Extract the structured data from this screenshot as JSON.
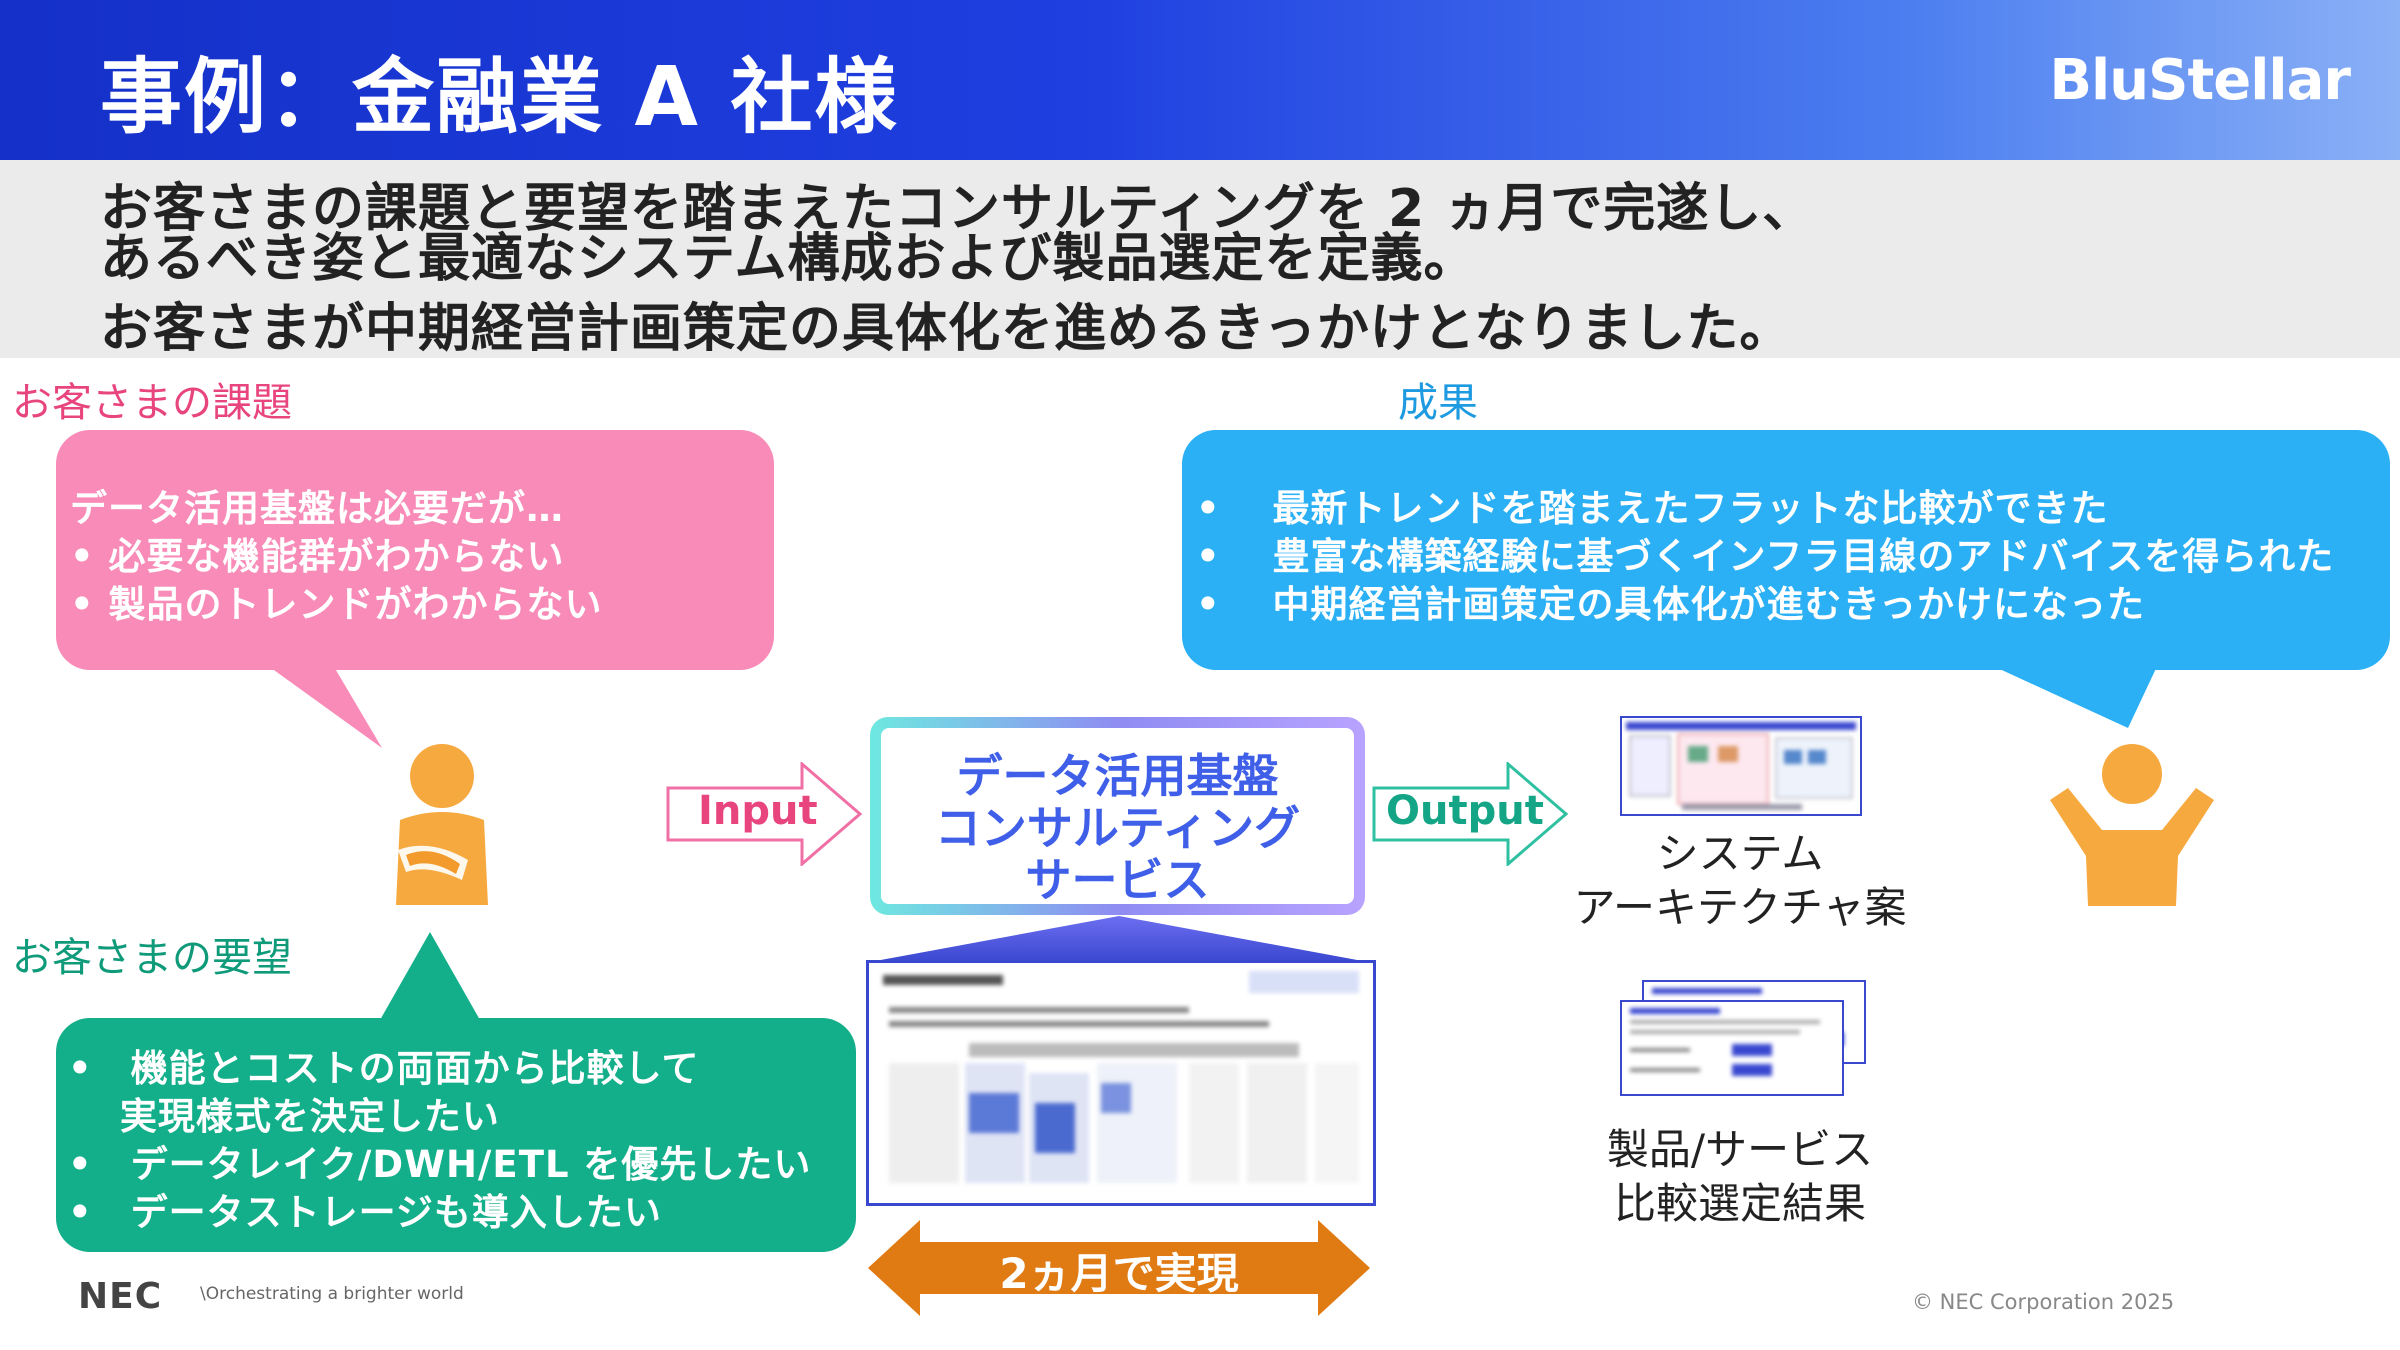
{
  "header": {
    "title": "事例：金融業 A 社様",
    "brand": "BluStellar"
  },
  "summary": {
    "line1": "お客さまの課題と要望を踏まえたコンサルティングを 2 ヵ月で完遂し、",
    "line2": "あるべき姿と最適なシステム構成および製品選定を定義。",
    "line3": "お客さまが中期経営計画策定の具体化を進めるきっかけとなりました。"
  },
  "issues": {
    "label": "お客さまの課題",
    "lines": [
      "データ活用基盤は必要だが…",
      "• 必要な機能群がわからない",
      "• 製品のトレンドがわからない"
    ]
  },
  "requests": {
    "label": "お客さまの要望",
    "lines": [
      "•　機能とコストの両面から比較して",
      "　 実現様式を決定したい",
      "•　データレイク/DWH/ETL を優先したい",
      "•　データストレージも導入したい"
    ]
  },
  "results": {
    "label": "成果",
    "lines": [
      "•　 最新トレンドを踏まえたフラットな比較ができた",
      "•　 豊富な構築経験に基づくインフラ目線のアドバイスを得られた",
      "•　 中期経営計画策定の具体化が進むきっかけになった"
    ]
  },
  "flow": {
    "input_label": "Input",
    "output_label": "Output",
    "service_lines": [
      "データ活用基盤",
      "コンサルティング",
      "サービス"
    ],
    "duration": "2ヵ月で実現"
  },
  "outputs": {
    "architecture": [
      "システム",
      "アーキテクチャ案"
    ],
    "comparison": [
      "製品/サービス",
      "比較選定結果"
    ]
  },
  "footer": {
    "logo": "NEC",
    "tagline": "\\Orchestrating a brighter world",
    "copyright": "© NEC Corporation 2025"
  },
  "colors": {
    "header_blue": "#1f3fe0",
    "issue_pink": "#f88bb7",
    "issue_label": "#e8457e",
    "request_green": "#13ae8a",
    "request_label": "#0f9a7a",
    "result_blue": "#2bb0f5",
    "result_label": "#1e9be0",
    "service_text": "#3f5fe8",
    "duration_orange": "#e07a12",
    "person_orange": "#f6a93f"
  },
  "icons": {
    "customer": "person-thinking-icon",
    "success": "person-celebrating-icon"
  }
}
